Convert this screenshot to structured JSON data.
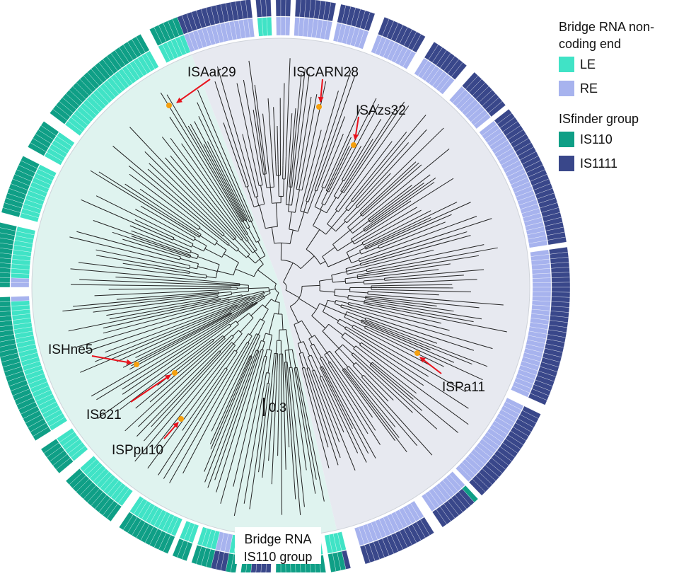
{
  "colors": {
    "LE": "#40e3c6",
    "RE": "#a7b3ee",
    "IS110": "#0f9f86",
    "IS1111": "#39478a",
    "clade_IS110_bg": "#dff3ef",
    "clade_IS1111_bg": "#e7e9f0",
    "arrow": "#e8111b",
    "marker": "#f5a00f",
    "branch": "#222222"
  },
  "legend": {
    "title1": "Bridge RNA non-coding end",
    "items1": [
      {
        "label": "LE",
        "color": "#40e3c6"
      },
      {
        "label": "RE",
        "color": "#a7b3ee"
      }
    ],
    "title2": "ISfinder group",
    "items2": [
      {
        "label": "IS110",
        "color": "#0f9f86"
      },
      {
        "label": "IS1111",
        "color": "#39478a"
      }
    ]
  },
  "labels": {
    "isaar29": "ISAar29",
    "iscarn28": "ISCARN28",
    "isazs32": "ISAzs32",
    "ishne5": "ISHne5",
    "is621": "IS621",
    "ispu10": "ISPpu10",
    "ispa11": "ISPa11",
    "scale": "0.3",
    "bridge_line1": "Bridge RNA",
    "bridge_line2": "IS110 group"
  }
}
